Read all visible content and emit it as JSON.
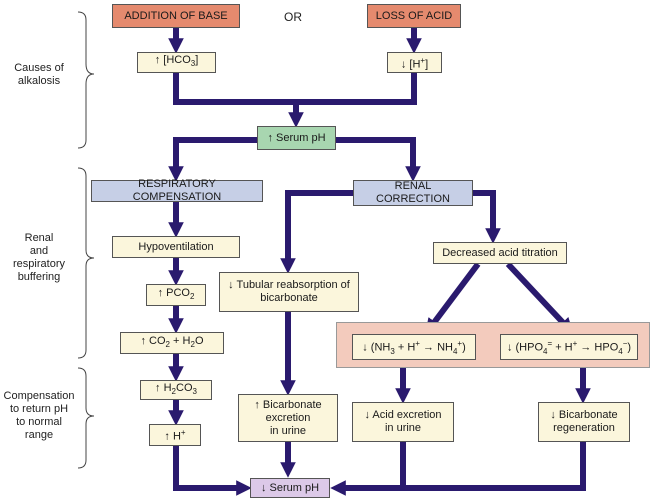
{
  "side_labels": {
    "causes": "Causes of\nalkalosis",
    "buffering": "Renal\nand\nrespiratory\nbuffering",
    "compensation": "Compensation\nto return pH\nto normal\nrange"
  },
  "connector": "OR",
  "nodes": {
    "addition_of_base": "ADDITION OF BASE",
    "loss_of_acid": "LOSS OF ACID",
    "hco3_up": "↑ [HCO₃]",
    "h_down": "↓ [H⁺]",
    "serum_ph_up": "↑ Serum pH",
    "respiratory_compensation": "RESPIRATORY COMPENSATION",
    "renal_correction": "RENAL CORRECTION",
    "hypoventilation": "Hypoventilation",
    "pco2_up": "↑ PCO₂",
    "co2_h2o_up": "↑ CO₂ + H₂O",
    "h2co3_up": "↑ H₂CO₃",
    "h_up": "↑ H⁺",
    "tubular_reabsorption": "↓ Tubular reabsorption of\nbicarbonate",
    "bicarbonate_excretion": "↑ Bicarbonate\nexcretion\nin urine",
    "decreased_acid_titration": "Decreased acid titration",
    "nh3_reaction": "↓ (NH₃ + H⁺ → NH₄⁺)",
    "hpo4_reaction": "↓ (HPO₄⁼ + H⁺ → HPO₄⁻)",
    "acid_excretion": "↓ Acid excretion\nin urine",
    "bicarbonate_regeneration": "↓ Bicarbonate\nregeneration",
    "serum_ph_down": "↓ Serum pH"
  },
  "colors": {
    "arrow": "#2a1a6e",
    "cause_box": "#e58a6e",
    "step_box": "#fbf6dc",
    "pathway_box": "#c6cfe6",
    "serum_up_box": "#a8d6b0",
    "serum_down_box": "#dcc9e8",
    "reaction_panel": "#f3cbbd"
  }
}
